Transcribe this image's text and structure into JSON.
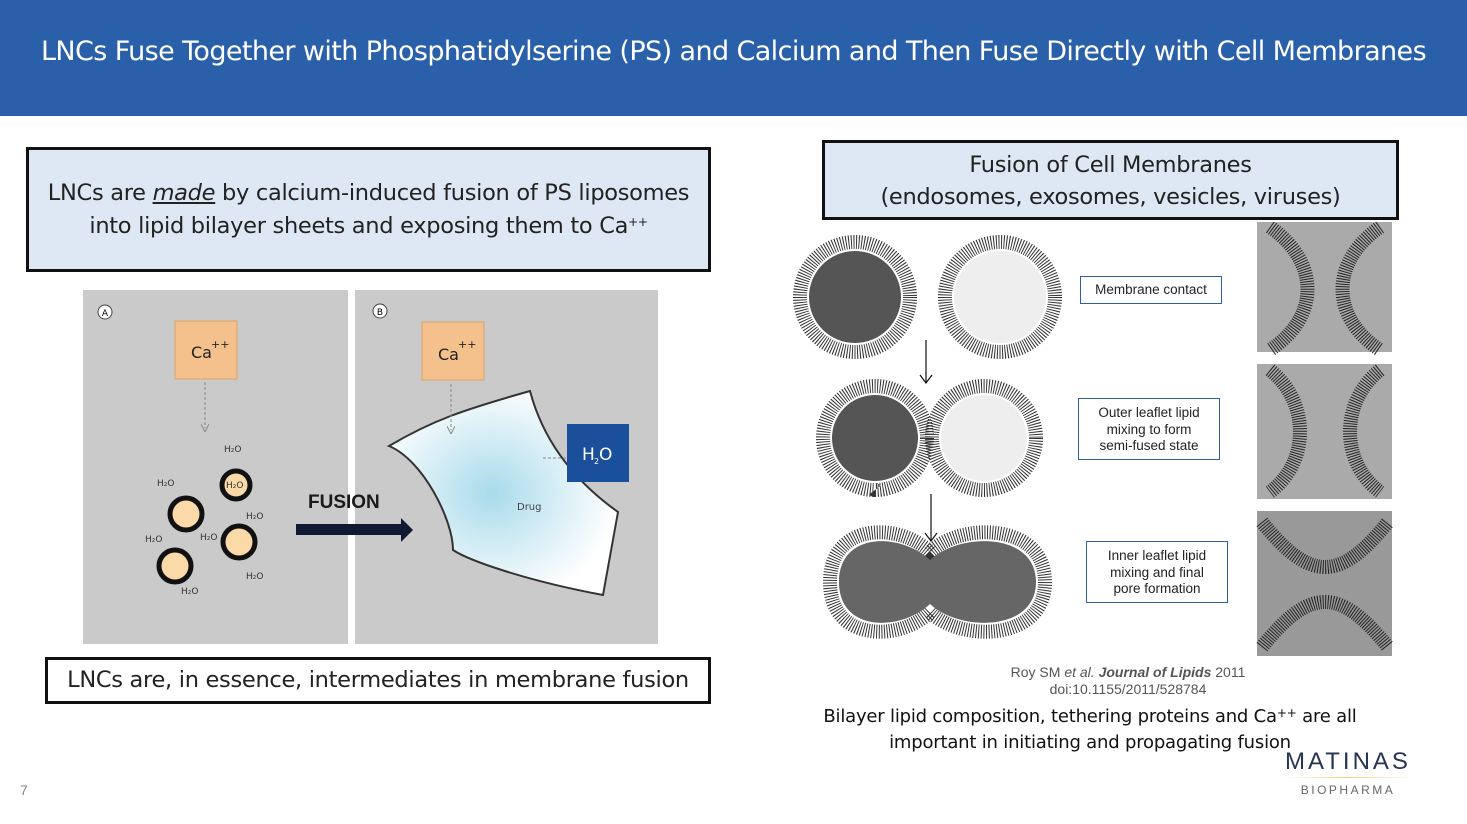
{
  "header": {
    "title": "LNCs Fuse Together with Phosphatidylserine (PS) and Calcium and Then Fuse Directly with Cell Membranes",
    "color": "#2a5fa9"
  },
  "left": {
    "box_text_1": "LNCs are ",
    "box_text_em": "made",
    "box_text_2": " by calcium-induced fusion of PS liposomes into lipid bilayer sheets and exposing them to Ca",
    "box_text_sup": "++",
    "figure": {
      "panel_a_label": "A",
      "panel_b_label": "B",
      "ca_label": "Ca",
      "ca_sup": "++",
      "water_label": "H",
      "water_sub": "2",
      "water_o": "O",
      "fusion_label": "FUSION",
      "drug_label": "Drug"
    },
    "bottom_text": "LNCs are, in essence, intermediates in membrane fusion"
  },
  "right": {
    "box_line_1": "Fusion of Cell Membranes",
    "box_line_2": "(endosomes, exosomes, vesicles, viruses)",
    "stages": [
      {
        "label": "Membrane contact"
      },
      {
        "label": "Outer leaflet lipid mixing to form semi-fused state"
      },
      {
        "label": "Inner leaflet lipid mixing and final pore formation"
      }
    ],
    "citation": {
      "author": "Roy SM ",
      "etal": "et al.",
      "journal": " Journal of Lipids",
      "year": " 2011",
      "doi": "doi:10.1155/2011/528784"
    },
    "bottom_text_1": "Bilayer lipid composition, tethering proteins and Ca",
    "bottom_text_sup": "++",
    "bottom_text_2": " are all important in initiating and propagating fusion"
  },
  "footer": {
    "page_number": "7",
    "logo_name": "MATINAS",
    "logo_sub": "BIOPHARMA"
  }
}
